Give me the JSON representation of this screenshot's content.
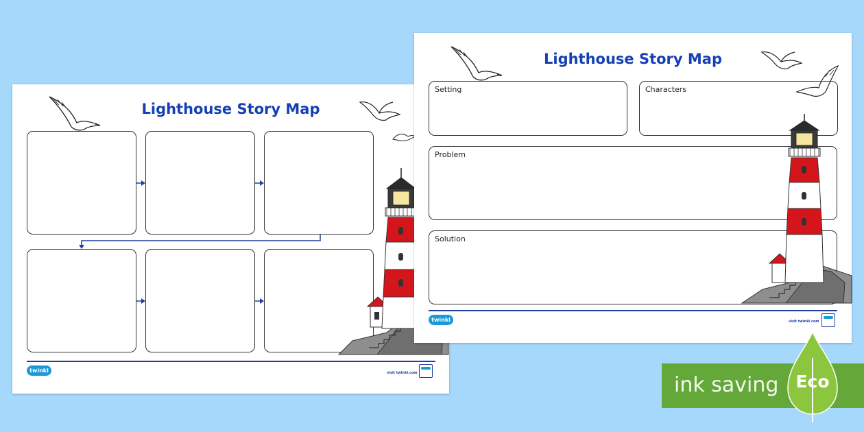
{
  "sheet_a": {
    "title": "Lighthouse Story Map",
    "logo_text": "twinkl",
    "footer_url": "visit twinkl.com"
  },
  "sheet_b": {
    "title": "Lighthouse Story Map",
    "sections": {
      "setting": "Setting",
      "characters": "Characters",
      "problem": "Problem",
      "solution": "Solution"
    },
    "logo_text": "twinkl",
    "footer_url": "visit twinkl.com"
  },
  "eco_banner": {
    "label": "ink saving",
    "badge": "Eco"
  },
  "colors": {
    "background": "#a5d8fb",
    "title": "#1540b5",
    "arrow": "#1f3fa1",
    "lighthouse_red": "#d4161c",
    "eco_green": "#64a83a",
    "eco_drop": "#8cc63f"
  },
  "icons": [
    "seagull-icon",
    "lighthouse-illustration",
    "twinkl-logo-icon",
    "eco-drop-icon"
  ]
}
